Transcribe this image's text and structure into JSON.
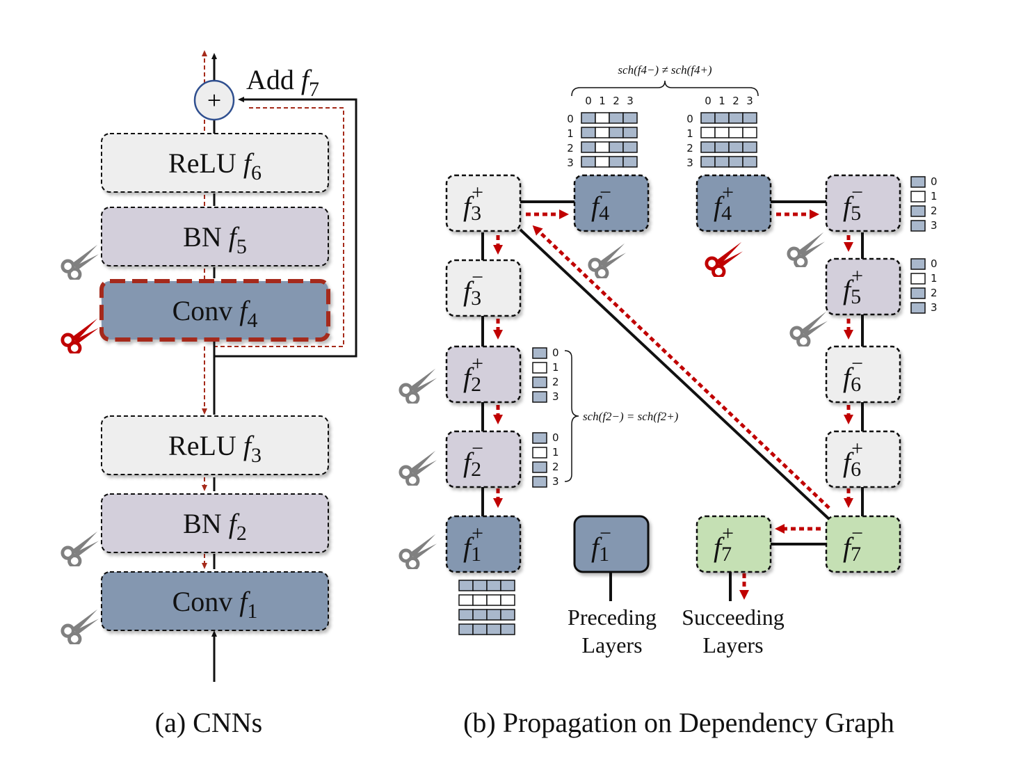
{
  "captions": {
    "a": "(a) CNNs",
    "b": "(b) Propagation on Dependency Graph"
  },
  "cnn": {
    "add_label": "Add",
    "add_sub": "7",
    "plus_symbol": "+",
    "layers": [
      {
        "id": "relu6",
        "name": "ReLU",
        "sub": "6",
        "fill": "#eeeeee",
        "pruned": false,
        "scissor": "none"
      },
      {
        "id": "bn5",
        "name": "BN",
        "sub": "5",
        "fill": "#d3cfdb",
        "pruned": false,
        "scissor": "gray"
      },
      {
        "id": "conv4",
        "name": "Conv",
        "sub": "4",
        "fill": "#8497b0",
        "pruned": true,
        "scissor": "red"
      },
      {
        "id": "relu3",
        "name": "ReLU",
        "sub": "3",
        "fill": "#eeeeee",
        "pruned": false,
        "scissor": "none"
      },
      {
        "id": "bn2",
        "name": "BN",
        "sub": "2",
        "fill": "#d3cfdb",
        "pruned": false,
        "scissor": "gray"
      },
      {
        "id": "conv1",
        "name": "Conv",
        "sub": "1",
        "fill": "#8497b0",
        "pruned": false,
        "scissor": "gray"
      }
    ]
  },
  "graph": {
    "nodes": [
      {
        "id": "f3p",
        "sub": "3",
        "sign": "+",
        "fill": "#eeeeee",
        "scissor": "none"
      },
      {
        "id": "f4m",
        "sub": "4",
        "sign": "−",
        "fill": "#8497b0",
        "scissor": "gray"
      },
      {
        "id": "f4p",
        "sub": "4",
        "sign": "+",
        "fill": "#8497b0",
        "scissor": "red"
      },
      {
        "id": "f5m",
        "sub": "5",
        "sign": "−",
        "fill": "#d3cfdb",
        "scissor": "gray"
      },
      {
        "id": "f3m",
        "sub": "3",
        "sign": "−",
        "fill": "#eeeeee",
        "scissor": "none"
      },
      {
        "id": "f5p",
        "sub": "5",
        "sign": "+",
        "fill": "#d3cfdb",
        "scissor": "gray"
      },
      {
        "id": "f2p",
        "sub": "2",
        "sign": "+",
        "fill": "#d3cfdb",
        "scissor": "gray"
      },
      {
        "id": "f6m",
        "sub": "6",
        "sign": "−",
        "fill": "#eeeeee",
        "scissor": "none"
      },
      {
        "id": "f2m",
        "sub": "2",
        "sign": "−",
        "fill": "#d3cfdb",
        "scissor": "gray"
      },
      {
        "id": "f6p",
        "sub": "6",
        "sign": "+",
        "fill": "#eeeeee",
        "scissor": "none"
      },
      {
        "id": "f1p",
        "sub": "1",
        "sign": "+",
        "fill": "#8497b0",
        "scissor": "gray"
      },
      {
        "id": "f1m",
        "sub": "1",
        "sign": "−",
        "fill": "#8497b0",
        "scissor": "none"
      },
      {
        "id": "f7p",
        "sub": "7",
        "sign": "+",
        "fill": "#c5e0b4",
        "scissor": "none"
      },
      {
        "id": "f7m",
        "sub": "7",
        "sign": "−",
        "fill": "#c5e0b4",
        "scissor": "none"
      }
    ],
    "preceding_label": [
      "Preceding",
      "Layers"
    ],
    "succeeding_label": [
      "Succeeding",
      "Layers"
    ],
    "sch_top": "sch(f4−) ≠ sch(f4+)",
    "sch_side": "sch(f2−) = sch(f2+)",
    "matrix_cols": [
      "0",
      "1",
      "2",
      "3"
    ],
    "matrix_rows": [
      "0",
      "1",
      "2",
      "3"
    ],
    "index_labels": [
      "0",
      "1",
      "2",
      "3"
    ]
  },
  "colors": {
    "prune_red": "#a52a1a",
    "gray_scissor": "#808080",
    "red_scissor": "#c00000",
    "cell_blue": "#a9b8cc",
    "edge": "#111111"
  }
}
